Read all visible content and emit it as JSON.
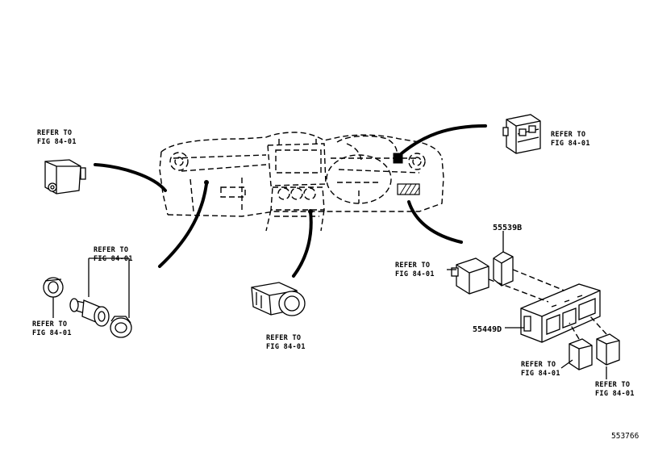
{
  "refs": {
    "r1": [
      "REFER TO",
      "FIG 84-01"
    ],
    "r2": [
      "REFER TO",
      "FIG 84-01"
    ],
    "r3": [
      "REFER TO",
      "FIG 84-01"
    ],
    "r4": [
      "REFER TO",
      "FIG 84-01"
    ],
    "r5": [
      "REFER TO",
      "FIG 84-01"
    ],
    "r6": [
      "REFER TO",
      "FIG 84-01"
    ],
    "r7": [
      "REFER TO",
      "FIG 84-01"
    ],
    "r8": [
      "REFER TO",
      "FIG 84-01"
    ]
  },
  "parts": {
    "p1": "55539B",
    "p2": "55449D"
  },
  "illustration_number": "553766"
}
